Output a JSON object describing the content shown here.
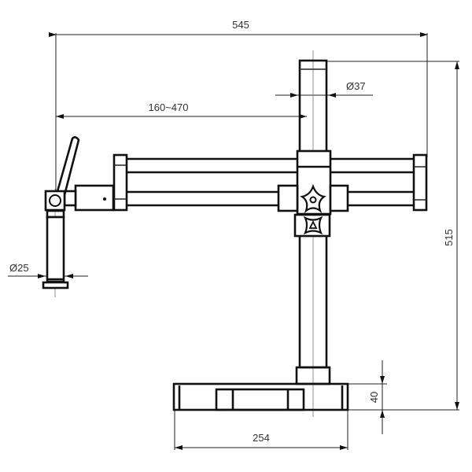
{
  "drawing": {
    "title": "Boom stand microscope assembly - front view",
    "units": "mm",
    "dimensions": {
      "overall_width": "545",
      "arm_reach": "160~470",
      "post_diameter": "Ø37",
      "holder_diameter": "Ø25",
      "overall_height": "515",
      "base_height": "40",
      "base_width": "254"
    },
    "components": [
      "vertical-post",
      "horizontal-boom-arm",
      "arm-end-cap-left",
      "arm-end-cap-right",
      "post-clamp-block",
      "locking-knob-upper",
      "locking-knob-lower",
      "counterweight-collar",
      "tilt-lever",
      "focus-holder-pillar",
      "base-plate"
    ],
    "colors": {
      "line": "#111111",
      "dimension": "#222222",
      "centerline": "#777777",
      "background": "#ffffff"
    }
  }
}
